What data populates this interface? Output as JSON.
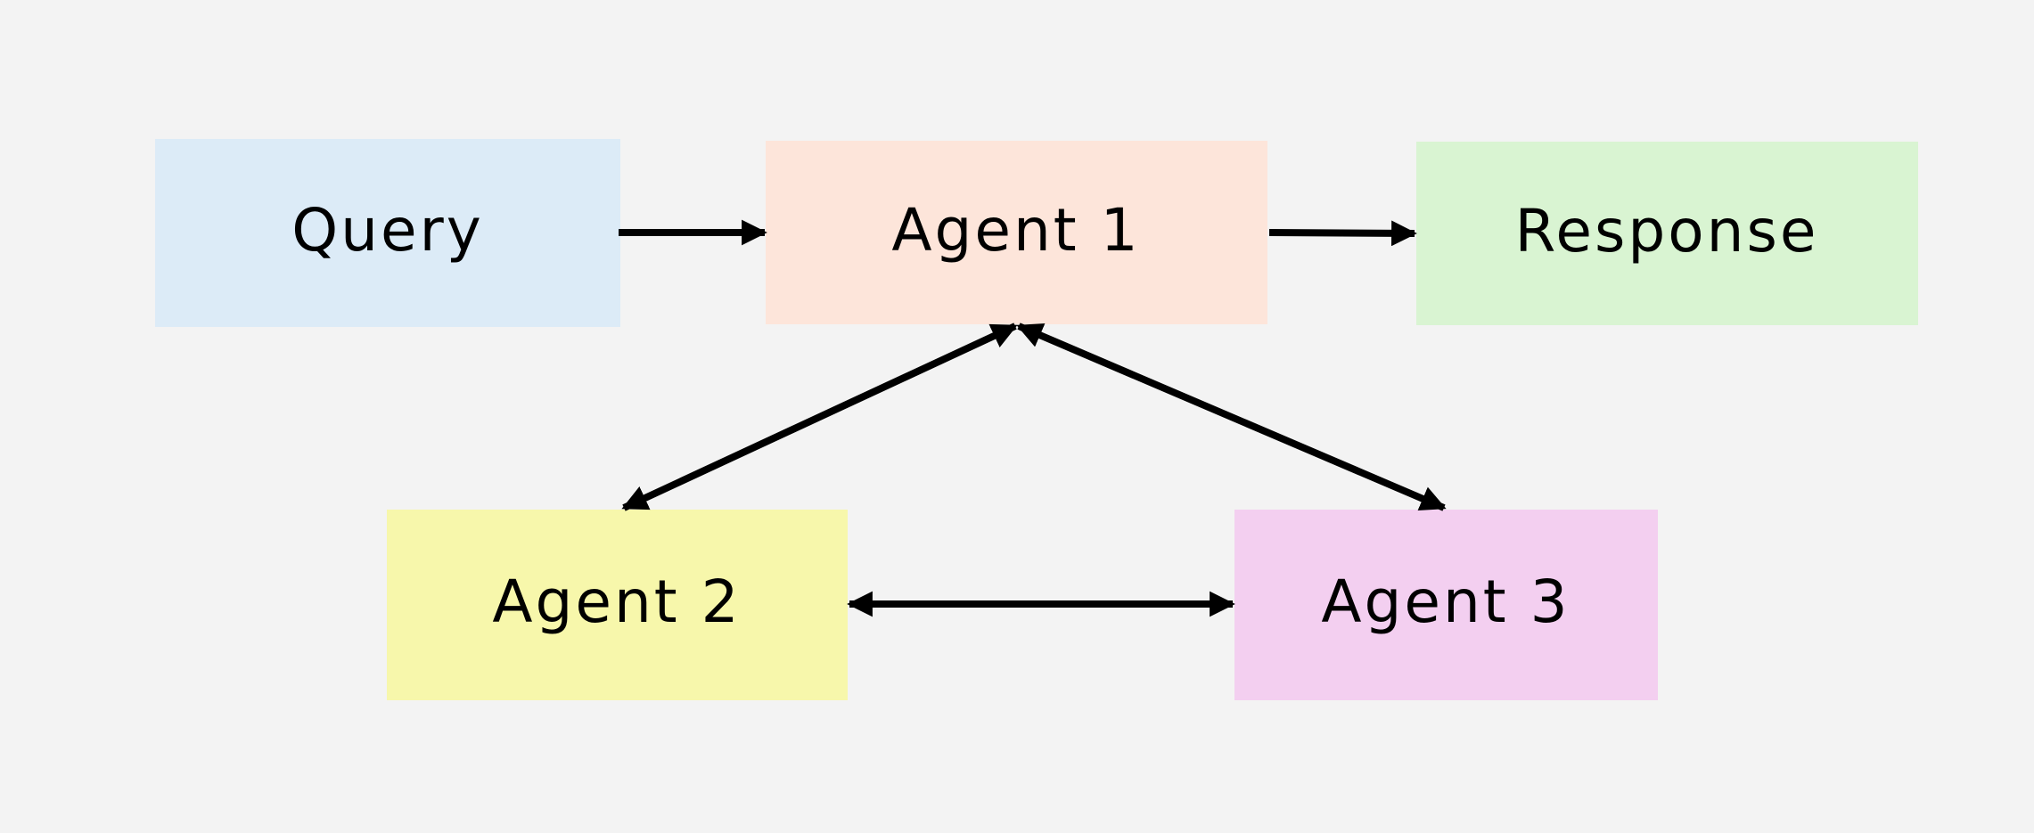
{
  "nodes": [
    {
      "id": "query",
      "label": "Query",
      "color": "#dcebf7"
    },
    {
      "id": "agent1",
      "label": "Agent 1",
      "color": "#fde5da"
    },
    {
      "id": "response",
      "label": "Response",
      "color": "#d9f4d2"
    },
    {
      "id": "agent2",
      "label": "Agent 2",
      "color": "#f7f7ab"
    },
    {
      "id": "agent3",
      "label": "Agent 3",
      "color": "#f3cff0"
    }
  ],
  "edges": [
    {
      "from": "query",
      "to": "agent1",
      "direction": "forward"
    },
    {
      "from": "agent1",
      "to": "response",
      "direction": "forward"
    },
    {
      "from": "agent1",
      "to": "agent2",
      "direction": "both"
    },
    {
      "from": "agent1",
      "to": "agent3",
      "direction": "both"
    },
    {
      "from": "agent2",
      "to": "agent3",
      "direction": "both"
    }
  ]
}
